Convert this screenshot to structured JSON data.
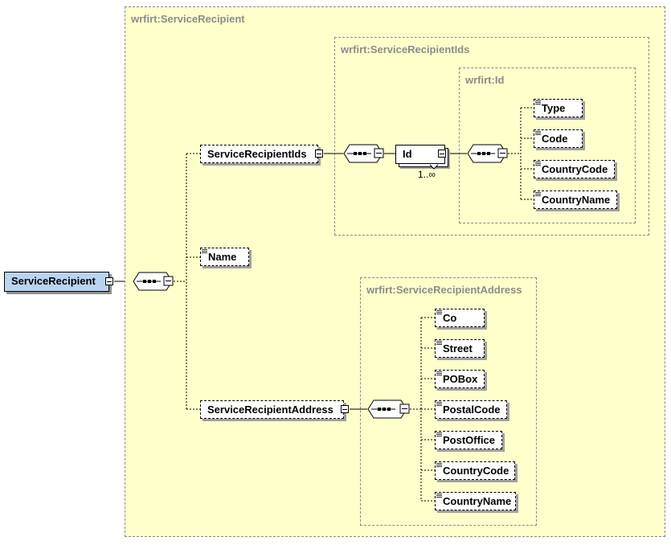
{
  "root": {
    "label": "ServiceRecipient"
  },
  "types": {
    "outer": "wrfirt:ServiceRecipient",
    "ids": "wrfirt:ServiceRecipientIds",
    "id": "wrfirt:Id",
    "address": "wrfirt:ServiceRecipientAddress"
  },
  "elements": {
    "service_recipient_ids": "ServiceRecipientIds",
    "name": "Name",
    "service_recipient_address": "ServiceRecipientAddress",
    "id": "Id",
    "id_occurs": "1..∞",
    "id_children": [
      "Type",
      "Code",
      "CountryCode",
      "CountryName"
    ],
    "address_children": [
      "Co",
      "Street",
      "POBox",
      "PostalCode",
      "PostOffice",
      "CountryCode",
      "CountryName"
    ]
  },
  "colors": {
    "type_box_fill": "#ffffcc",
    "root_fill": "#b8d4f0",
    "type_label": "#8c8c8c"
  }
}
